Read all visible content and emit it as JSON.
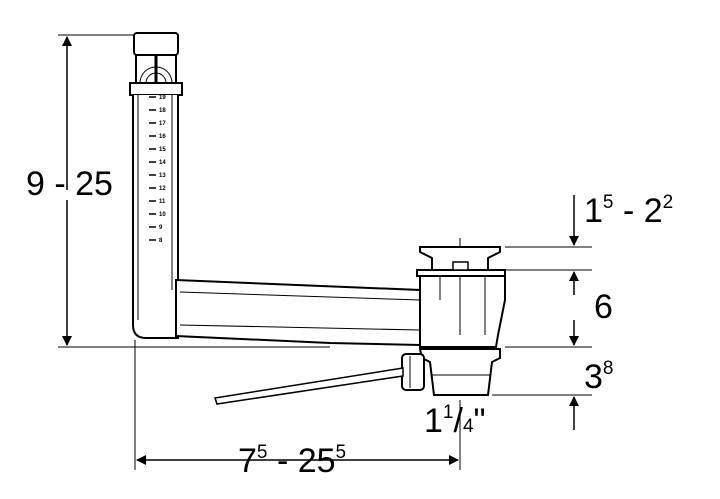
{
  "dimensions": {
    "height_range": "9 - 25",
    "length": {
      "base": "7",
      "base_sup": "5",
      "sep": " - ",
      "end": "25",
      "end_sup": "5"
    },
    "flange_thickness": {
      "a": "1",
      "a_sup": "5",
      "sep": " - ",
      "b": "2",
      "b_sup": "2"
    },
    "body_height": "6",
    "outlet_height": {
      "base": "3",
      "sup": "8"
    },
    "thread": {
      "whole": "1",
      "num": "1",
      "slash": "/",
      "den": "4",
      "unit": "\""
    }
  },
  "scale_marks": [
    "19",
    "18",
    "17",
    "16",
    "15",
    "14",
    "13",
    "12",
    "11",
    "10",
    "9",
    "8"
  ],
  "colors": {
    "line": "#000000",
    "background": "#ffffff"
  }
}
